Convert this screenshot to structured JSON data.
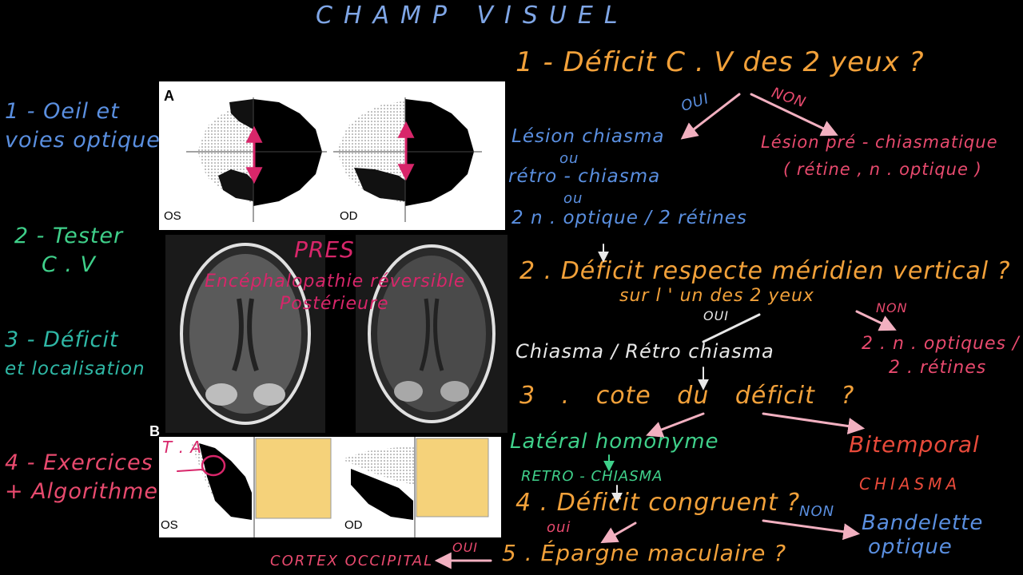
{
  "title": "CHAMP VISUEL",
  "colors": {
    "blue": "#5a8fe0",
    "green": "#3fd08a",
    "teal": "#2fb8a6",
    "pink": "#e84a6e",
    "orange": "#f2a13a",
    "white": "#e8e8e8",
    "light_pink": "#f2b0c0",
    "magenta": "#d8266a"
  },
  "sidebar": {
    "items": [
      {
        "line1": "1 - Oeil et",
        "line2": "voies optiques"
      },
      {
        "line1": "2 - Tester",
        "line2": "C . V"
      },
      {
        "line1": "3 - Déficit",
        "line2": "et localisation"
      },
      {
        "line1": "4 - Exercices",
        "line2": "+ Algorithme"
      }
    ]
  },
  "figure": {
    "panel_a_label": "A",
    "panel_b_label": "B",
    "os_label": "OS",
    "od_label": "OD",
    "os_label_b": "OS",
    "od_label_b": "OD",
    "pres_acronym": "PRES",
    "pres_line1": "Encéphalopathie réversible",
    "pres_line2": "Postérieure",
    "ta_annotation": "T . A"
  },
  "algorithm": {
    "q1": "1 - Déficit C . V des 2 yeux ?",
    "q1_oui": "OUI",
    "q1_non": "NON",
    "chiasma_l1": "Lésion chiasma",
    "ou1": "ou",
    "chiasma_l2": "rétro - chiasma",
    "ou2": "ou",
    "chiasma_l3": "2 n . optique / 2 rétines",
    "prechiasm_l1": "Lésion pré - chiasmatique",
    "prechiasm_l2": "( rétine , n . optique )",
    "q2_l1": "2 . Déficit respecte méridien vertical ?",
    "q2_l2": "sur l ' un des 2 yeux",
    "q2_oui": "OUI",
    "q2_non": "NON",
    "chiasma_retro": "Chiasma / Rétro chiasma",
    "optic_l1": "2 . n . optiques /",
    "optic_l2": "2 . rétines",
    "q3": "3 . cote du déficit ?",
    "lateral_homonyme": "Latéral homonyme",
    "retro_chiasma": "RETRO - CHIASMA",
    "bitemporal": "Bitemporal",
    "chiasma_caps": "CHIASMA",
    "q4": "4 . Déficit congruent ?",
    "q4_oui": "oui",
    "q4_non": "NON",
    "bandelette_l1": "Bandelette",
    "bandelette_l2": "optique",
    "q5": "5 . Épargne maculaire ?",
    "q5_oui": "OUI",
    "cortex": "CORTEX OCCIPITAL"
  }
}
